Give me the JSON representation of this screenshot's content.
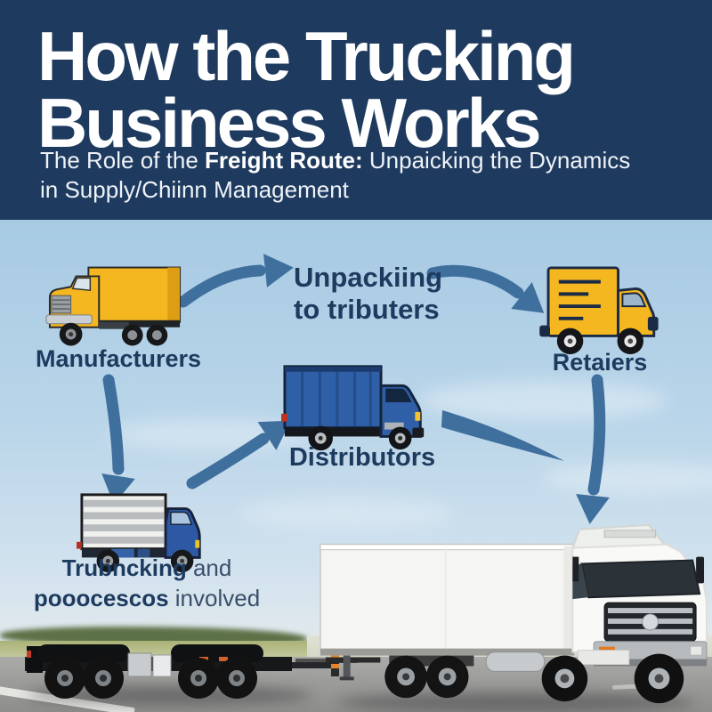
{
  "header": {
    "title_line1": "How the Trucking",
    "title_line2": "Business Works",
    "subtitle": {
      "prefix": "The Role of the ",
      "bold": "Freight Route:",
      "suffix": " Unpaicking the Dynamics",
      "line2": "in Supply/Chiinn Management"
    },
    "bg_color": "#1e3a5e",
    "text_color": "#ffffff"
  },
  "diagram": {
    "manufacturers_label": "Manufacturers",
    "unpacking_line1": "Unpackiing",
    "unpacking_line2": "to tributers",
    "retailers_label": "Retaiers",
    "distributors_label": "Distributors",
    "trucking_line1_bold": "Trubncking",
    "trucking_line1_rest": " and",
    "trucking_line2_bold": "pooocescos",
    "trucking_line2_rest": " involved",
    "label_color": "#1d3a5f",
    "arrow_color": "#3e6f9d",
    "flow": [
      "Manufacturers",
      "Distributors",
      "Retailers"
    ]
  },
  "icons": {
    "manufacturers-truck-icon": "yellow cartoon semi box truck facing left",
    "unpacking-arrow-icons": "curved steel-blue flow arrows",
    "retailers-truck-icon": "yellow cartoon delivery truck facing right",
    "distributors-truck-icon": "blue cartoon box truck facing right",
    "process-truck-icon": "striped silver box truck with blue cab",
    "semi-truck-photo": "white semi truck with box trailer on road",
    "trailer-chassis-photo": "bare multi-axle trailer chassis on road"
  },
  "colors": {
    "truck_yellow": "#f5b71f",
    "truck_blue": "#2e5fa7",
    "sky_top": "#a7cae3",
    "sky_bottom": "#e6ebec",
    "road_gray": "#9d9d9b"
  }
}
